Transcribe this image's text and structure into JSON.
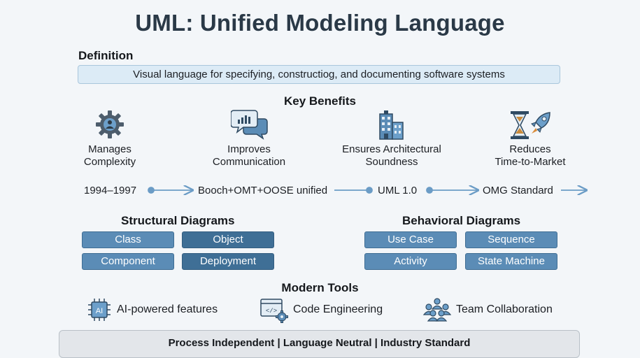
{
  "title": "UML: Unified Modeling Language",
  "definition": {
    "label": "Definition",
    "text": "Visual language for specifying, constructiog, and documenting software systems"
  },
  "benefits": {
    "heading": "Key Benefits",
    "items": [
      {
        "line1": "Manages",
        "line2": "Complexity",
        "icon": "gear-user-icon"
      },
      {
        "line1": "Improves",
        "line2": "Communication",
        "icon": "chat-bubbles-icon"
      },
      {
        "line1": "Ensures Architectural",
        "line2": "Soundness",
        "icon": "building-icon"
      },
      {
        "line1": "Reduces",
        "line2": "Time-to-Market",
        "icon": "hourglass-rocket-icon"
      }
    ]
  },
  "timeline": {
    "items": [
      "1994–1997",
      "Booch+OMT+OOSE unified",
      "UML 1.0",
      "OMG Standard"
    ]
  },
  "structural": {
    "heading": "Structural Diagrams",
    "items": [
      "Class",
      "Object",
      "Component",
      "Deployment"
    ]
  },
  "behavioral": {
    "heading": "Behavioral Diagrams",
    "items": [
      "Use Case",
      "Sequence",
      "Activity",
      "State Machine"
    ]
  },
  "tools": {
    "heading": "Modern Tools",
    "items": [
      {
        "label": "AI-powered features",
        "icon": "ai-chip-icon"
      },
      {
        "label": "Code Engineering",
        "icon": "code-gear-icon"
      },
      {
        "label": "Team Collaboration",
        "icon": "team-icon"
      }
    ]
  },
  "footer": "Process Independent | Language Neutral | Industry Standard",
  "colors": {
    "accent": "#5b8cb6",
    "accent_dark": "#3f6f96",
    "timeline": "#6b9cc6",
    "definition_bg": "#dcebf6"
  }
}
